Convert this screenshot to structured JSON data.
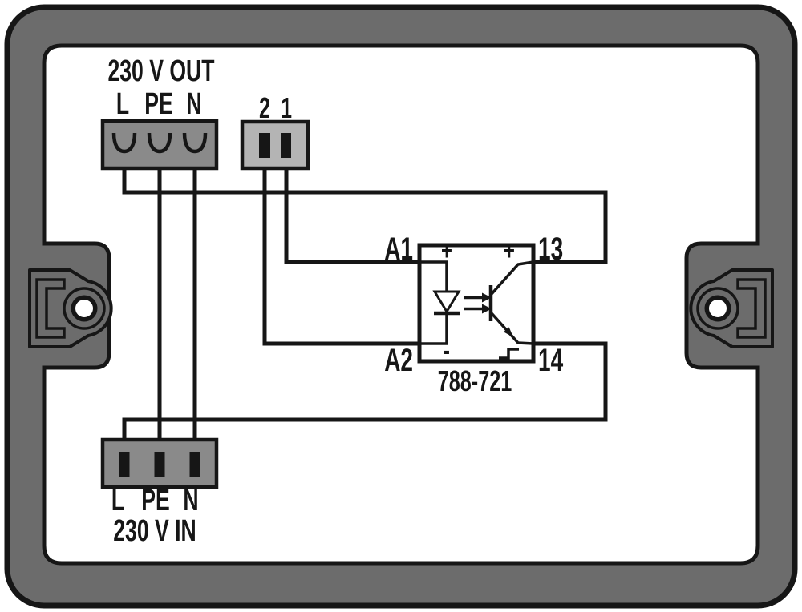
{
  "diagram": {
    "type": "wiring-diagram",
    "product_code": "788-721",
    "out_connector": {
      "title": "230 V OUT",
      "terminals": [
        "L",
        "PE",
        "N"
      ]
    },
    "switch_connector": {
      "terminals": [
        "2",
        "1"
      ]
    },
    "in_connector": {
      "title": "230 V IN",
      "terminals": [
        "L",
        "PE",
        "N"
      ]
    },
    "relay": {
      "a1": "A1",
      "a2": "A2",
      "t13": "13",
      "t14": "14",
      "plus_in": "+",
      "minus_in": "-",
      "plus_out": "+"
    },
    "colors": {
      "frame_gray": "#6c6c6c",
      "connector_gray": "#8a8a8a",
      "switch_gray": "#b4b4b4",
      "line_black": "#161616",
      "background": "#ffffff"
    }
  }
}
